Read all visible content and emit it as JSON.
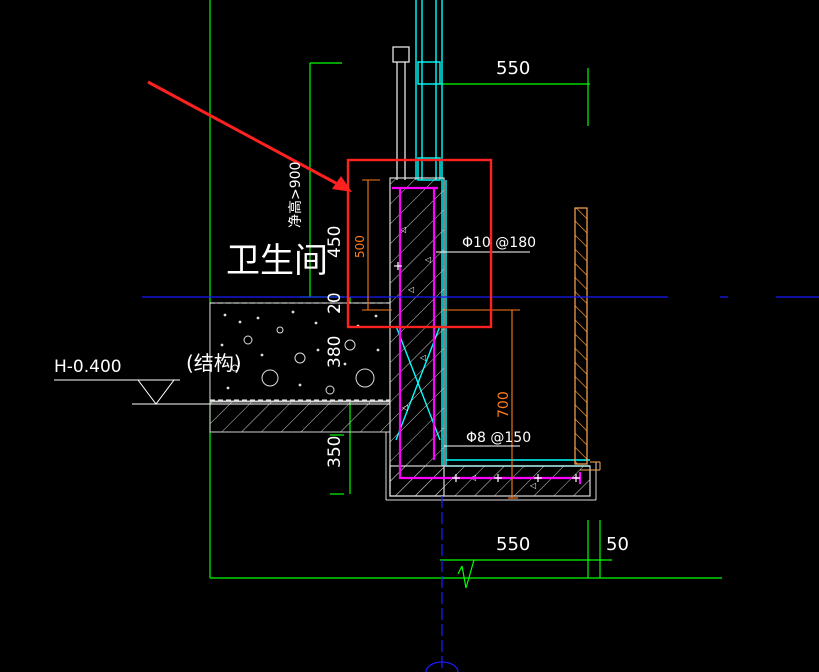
{
  "drawing": {
    "dims": {
      "top_width": "550",
      "bottom_width": "550",
      "bottom_offset": "50",
      "height_450": "450",
      "height_20": "20",
      "height_380": "380",
      "height_350": "350",
      "orange_500": "500",
      "orange_700": "700",
      "clear_height": "净高>900"
    },
    "labels": {
      "room": "卫生间",
      "elevation": "H-0.400",
      "structure_note": "(结构)",
      "rebar_main": "Φ10 @180",
      "rebar_bottom": "Φ8 @150"
    },
    "colors": {
      "background": "#000000",
      "frame_green": "#00ff00",
      "cyan": "#00ffff",
      "magenta": "#ff00ff",
      "highlight_red": "#ff2020",
      "axis_blue": "#1a1aff",
      "dim_orange": "#ff7a1a",
      "hatch_orange": "#ff8800"
    }
  }
}
